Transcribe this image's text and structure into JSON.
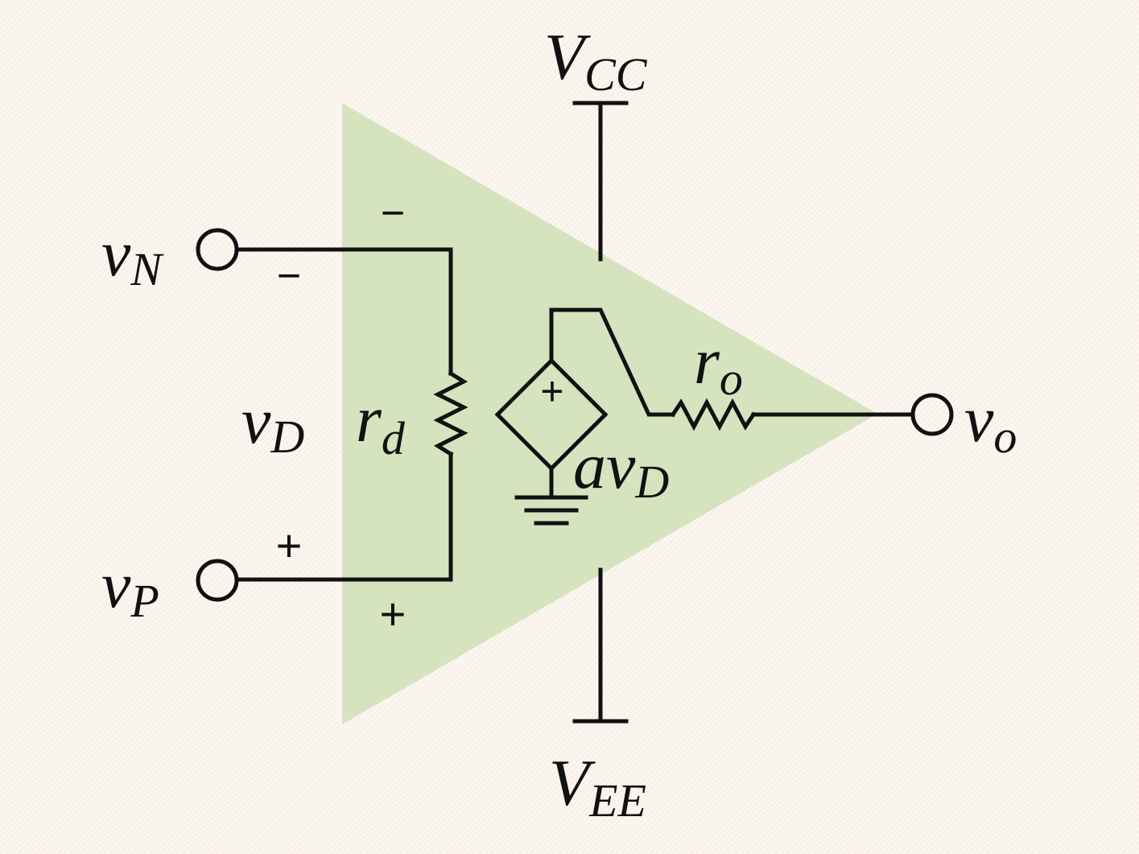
{
  "colors": {
    "background": "#fbf6ef",
    "triangle_fill": "#d5e3bf",
    "wire": "#111111"
  },
  "labels": {
    "vcc": {
      "main": "V",
      "sub": "CC"
    },
    "vee": {
      "main": "V",
      "sub": "EE"
    },
    "vn": {
      "main": "v",
      "sub": "N"
    },
    "vp": {
      "main": "v",
      "sub": "P"
    },
    "vd": {
      "main": "v",
      "sub": "D"
    },
    "rd": {
      "main": "r",
      "sub": "d"
    },
    "ro": {
      "main": "r",
      "sub": "o"
    },
    "vo": {
      "main": "v",
      "sub": "o"
    },
    "source": {
      "main": "av",
      "sub": "D"
    }
  },
  "signs": {
    "minus": "−",
    "plus": "+"
  }
}
